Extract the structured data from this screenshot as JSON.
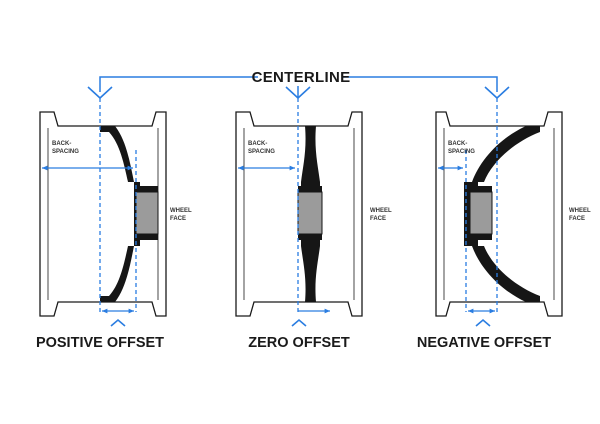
{
  "centerline_label": "CENTERLINE",
  "wheel_face_line1": "WHEEL",
  "wheel_face_line2": "FACE",
  "backspacing_line1": "BACK-",
  "backspacing_line2": "SPACING",
  "panels": [
    {
      "label": "POSITIVE OFFSET"
    },
    {
      "label": "ZERO OFFSET"
    },
    {
      "label": "NEGATIVE OFFSET"
    }
  ],
  "colors": {
    "accent": "#2a7de1",
    "ink": "#161616",
    "hub": "#9b9b9b"
  }
}
